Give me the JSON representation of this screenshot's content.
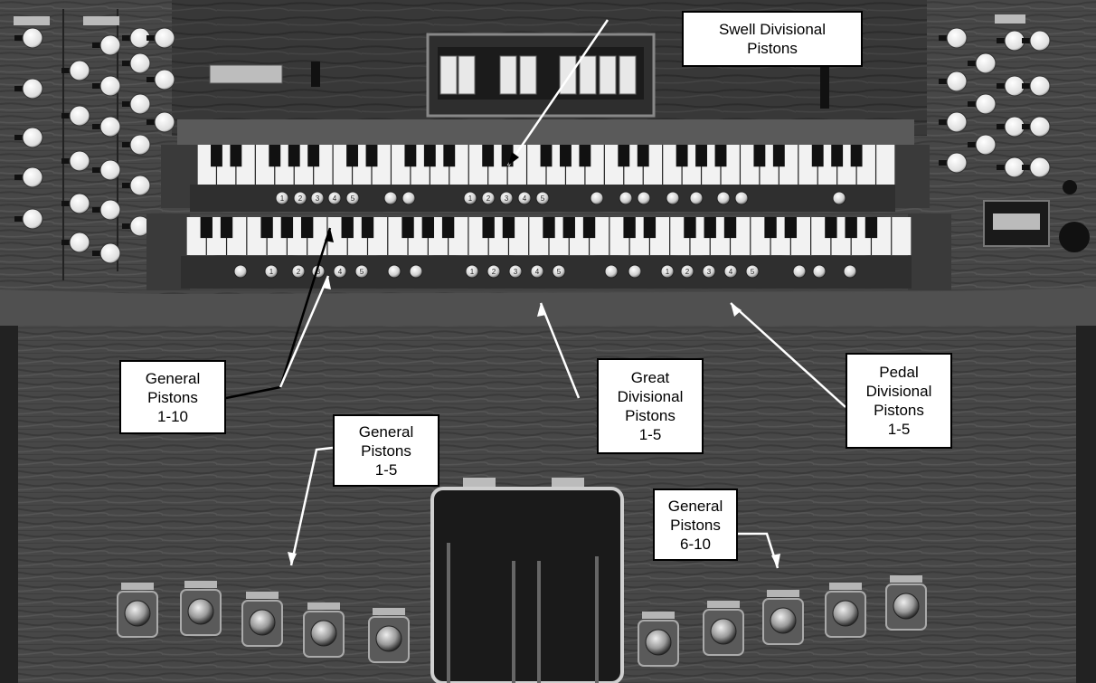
{
  "callouts": {
    "swell": {
      "lines": [
        "Swell Divisional",
        "Pistons"
      ]
    },
    "general_1_10": {
      "lines": [
        "General",
        "Pistons",
        "1-10"
      ]
    },
    "great": {
      "lines": [
        "Great",
        "Divisional",
        "Pistons",
        "1-5"
      ]
    },
    "pedal": {
      "lines": [
        "Pedal",
        "Divisional",
        "Pistons",
        "1-5"
      ]
    },
    "general_1_5": {
      "lines": [
        "General",
        "Pistons",
        "1-5"
      ]
    },
    "general_6_10": {
      "lines": [
        "General",
        "Pistons",
        "6-10"
      ]
    }
  },
  "swell_pistons": [
    "1",
    "2",
    "3",
    "4",
    "5",
    "",
    "",
    "1",
    "2",
    "3",
    "4",
    "5",
    "",
    "",
    "",
    "",
    "",
    "",
    "",
    ""
  ],
  "great_pistons": [
    "",
    "1",
    "2",
    "3",
    "4",
    "5",
    "",
    "",
    "1",
    "2",
    "3",
    "4",
    "5",
    "",
    "",
    "1",
    "2",
    "3",
    "4",
    "5",
    "",
    "",
    ""
  ],
  "colors": {
    "wood_dark": "#2a2a2a",
    "wood_mid": "#4a4a4a",
    "wood_light": "#6a6a6a",
    "key_white": "#f2f2f2",
    "key_black": "#111111",
    "arrow_white": "#ffffff",
    "arrow_black": "#000000",
    "callout_border": "#000000"
  }
}
